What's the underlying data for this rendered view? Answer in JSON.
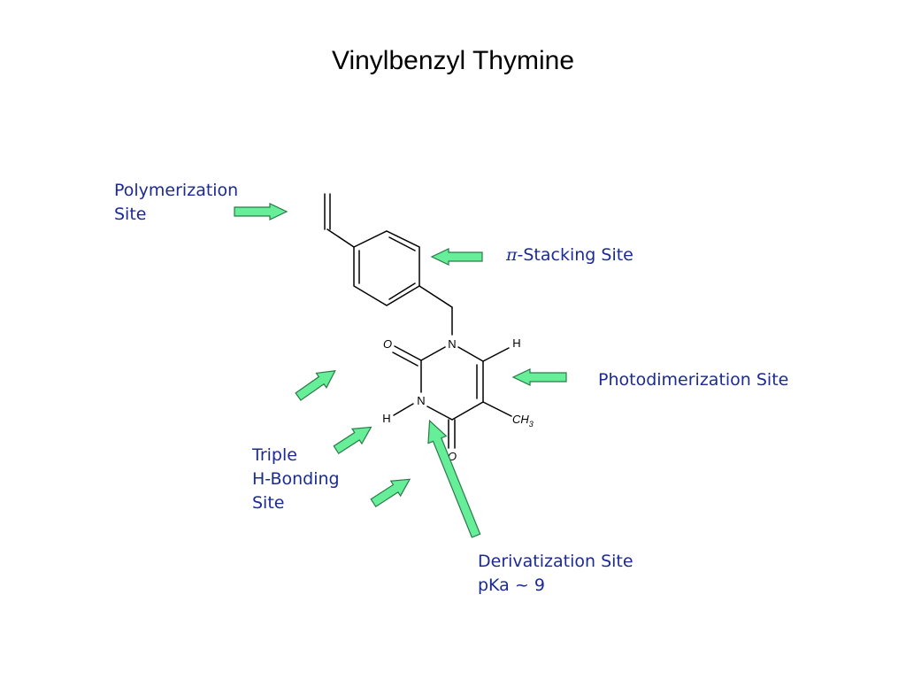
{
  "slide": {
    "title": "Vinylbenzyl Thymine"
  },
  "annotations": {
    "polymerization": {
      "line1": "Polymerization",
      "line2": "Site"
    },
    "pi_stacking": {
      "symbol": "π",
      "rest": "-Stacking Site"
    },
    "photodimerization": {
      "label": "Photodimerization Site"
    },
    "hbonding": {
      "line1": "Triple",
      "line2": "H-Bonding",
      "line3": "Site"
    },
    "derivatization": {
      "line1": "Derivatization Site",
      "line2": "pKa ~ 9"
    }
  },
  "atoms": {
    "n1": "N",
    "n3": "N",
    "o2": "O",
    "o4": "O",
    "h6": "H",
    "h3": "H",
    "methyl_c": "CH",
    "methyl_sub": "3"
  },
  "colors": {
    "arrow_fill": "#66ee99",
    "arrow_stroke": "#2a7a4a",
    "label_text": "#1c2a94"
  }
}
